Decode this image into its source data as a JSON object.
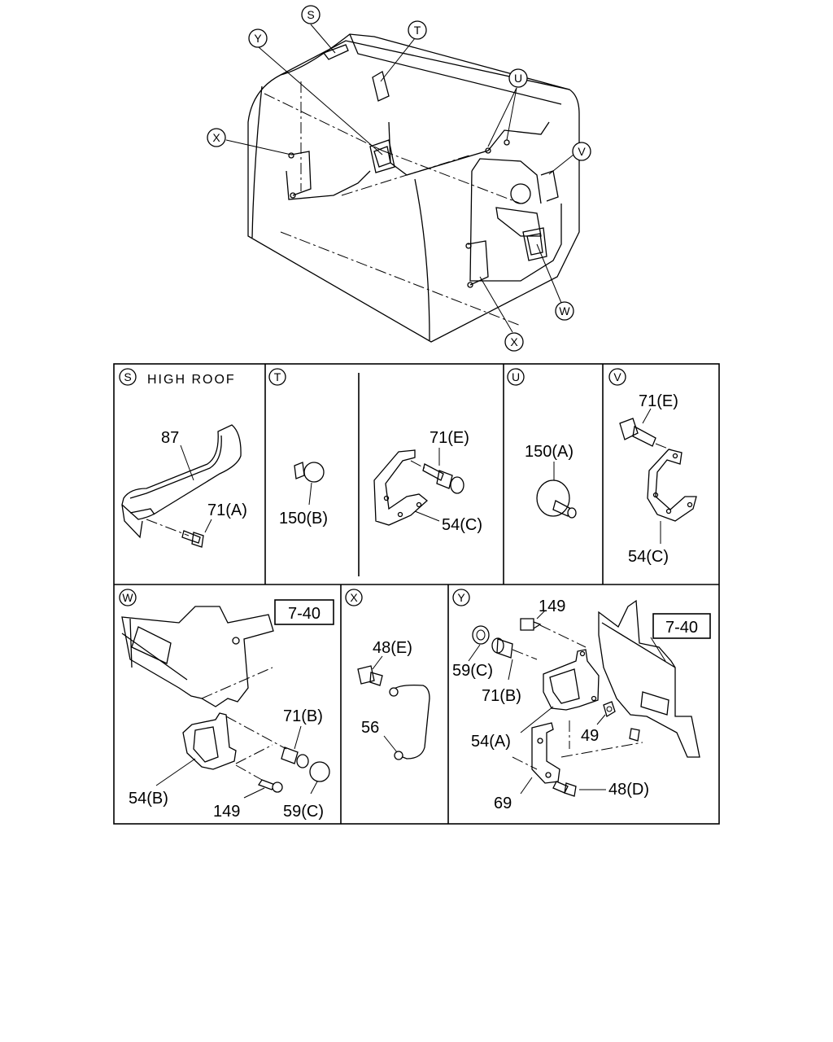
{
  "callouts": {
    "S": "S",
    "T": "T",
    "U": "U",
    "V": "V",
    "W": "W",
    "X": "X",
    "Y": "Y"
  },
  "panels": {
    "S": {
      "letter": "S",
      "title": "HIGH ROOF",
      "parts": {
        "p87": "87",
        "p71a": "71(A)"
      }
    },
    "T": {
      "letter": "T",
      "parts": {
        "p150b": "150(B)",
        "p71e": "71(E)",
        "p54c": "54(C)"
      }
    },
    "U": {
      "letter": "U",
      "parts": {
        "p150a": "150(A)"
      }
    },
    "V": {
      "letter": "V",
      "parts": {
        "p71e": "71(E)",
        "p54c": "54(C)"
      }
    },
    "W": {
      "letter": "W",
      "ref": "7-40",
      "parts": {
        "p71b": "71(B)",
        "p54b": "54(B)",
        "p149": "149",
        "p59c": "59(C)"
      }
    },
    "X": {
      "letter": "X",
      "parts": {
        "p48e": "48(E)",
        "p56": "56"
      }
    },
    "Y": {
      "letter": "Y",
      "ref": "7-40",
      "parts": {
        "p149": "149",
        "p59c": "59(C)",
        "p71b": "71(B)",
        "p54a": "54(A)",
        "p49": "49",
        "p69": "69",
        "p48d": "48(D)"
      }
    }
  },
  "icons": [
    "grab-handle-icon",
    "bolt-icon",
    "clip-icon",
    "bracket-icon",
    "cap-icon",
    "nut-icon",
    "cab-outline-icon"
  ]
}
